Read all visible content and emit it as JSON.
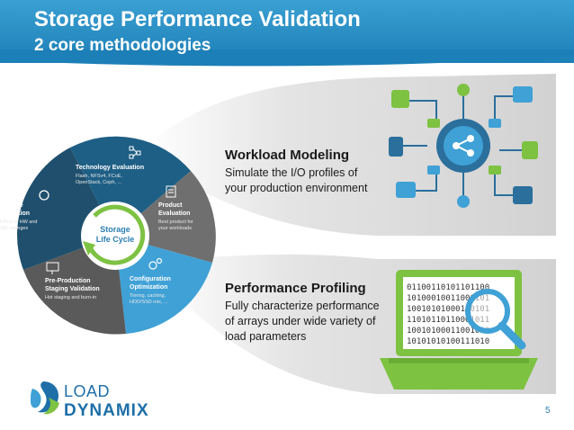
{
  "header": {
    "title": "Storage Performance Validation",
    "subtitle": "2 core methodologies"
  },
  "panels": {
    "workload": {
      "heading": "Workload Modeling",
      "desc_line1": "Simulate the I/O profiles of",
      "desc_line2": "your production environment"
    },
    "profiling": {
      "heading": "Performance Profiling",
      "desc_line1": "Fully characterize performance",
      "desc_line2": "of arrays under wide variety of",
      "desc_line3": "load parameters"
    }
  },
  "lifecycle": {
    "center_line1": "Storage",
    "center_line2": "Life Cycle",
    "segments": [
      {
        "title": "Technology Evaluation",
        "sub1": "Flash, NFSv4, FCoE,",
        "sub2": "OpenStack, Ceph, ..."
      },
      {
        "title_line1": "Product",
        "title_line2": "Evaluation",
        "sub1": "Best product for",
        "sub2": "your workloads"
      },
      {
        "title_line1": "Configuration",
        "title_line2": "Optimization",
        "sub1": "Tiering, caching,",
        "sub2": "HDD/SSD mix, ..."
      },
      {
        "title_line1": "Pre-Production",
        "title_line2": "Staging Validation",
        "sub1": "Hot staging and burn-in"
      },
      {
        "title_line1": "Change",
        "title_line2": "Validation",
        "sub1": "Effect of HW and",
        "sub2": "SW changes"
      }
    ]
  },
  "laptop_screen": {
    "rows": [
      "01100110101101100",
      "10100010011000101",
      "10010101000100101",
      "11010110110001011",
      "10010100011001010",
      "10101010100111010"
    ]
  },
  "logo": {
    "word1": "LOAD",
    "word2": "DYNAMIX"
  },
  "page_number": "5",
  "colors": {
    "header_blue": "#2a8fc6",
    "segment_dark_blue": "#1e5f85",
    "segment_gray": "#757575",
    "segment_light_blue": "#3fa1d6",
    "segment_dark_gray": "#555555",
    "green": "#7ec242",
    "panel_gray": "#d6d6d6"
  }
}
